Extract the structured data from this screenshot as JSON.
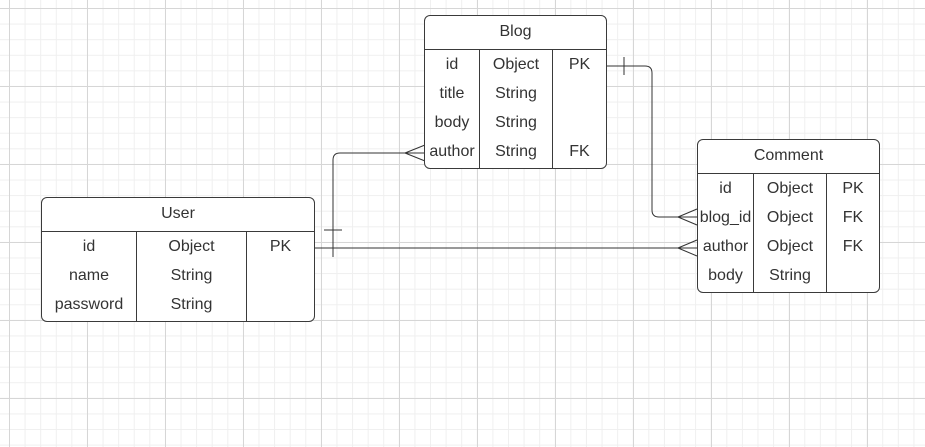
{
  "entities": {
    "blog": {
      "title": "Blog",
      "rows": [
        {
          "name": "id",
          "type": "Object",
          "key": "PK"
        },
        {
          "name": "title",
          "type": "String",
          "key": ""
        },
        {
          "name": "body",
          "type": "String",
          "key": ""
        },
        {
          "name": "author",
          "type": "String",
          "key": "FK"
        }
      ]
    },
    "comment": {
      "title": "Comment",
      "rows": [
        {
          "name": "id",
          "type": "Object",
          "key": "PK"
        },
        {
          "name": "blog_id",
          "type": "Object",
          "key": "FK"
        },
        {
          "name": "author",
          "type": "Object",
          "key": "FK"
        },
        {
          "name": "body",
          "type": "String",
          "key": ""
        }
      ]
    },
    "user": {
      "title": "User",
      "rows": [
        {
          "name": "id",
          "type": "Object",
          "key": "PK"
        },
        {
          "name": "name",
          "type": "String",
          "key": ""
        },
        {
          "name": "password",
          "type": "String",
          "key": ""
        }
      ]
    }
  },
  "relationships": [
    {
      "from": "Blog.id",
      "to": "Comment.blog_id",
      "from_end": "one",
      "to_end": "many"
    },
    {
      "from": "User.id",
      "to": "Blog.author",
      "from_end": "one",
      "to_end": "many"
    },
    {
      "from": "User.id",
      "to": "Comment.author",
      "from_end": "one",
      "to_end": "many"
    }
  ],
  "colors": {
    "line": "#333333",
    "border": "#3a3a3a",
    "grid_major": "#d6d6d6",
    "grid_minor": "#efefef"
  }
}
